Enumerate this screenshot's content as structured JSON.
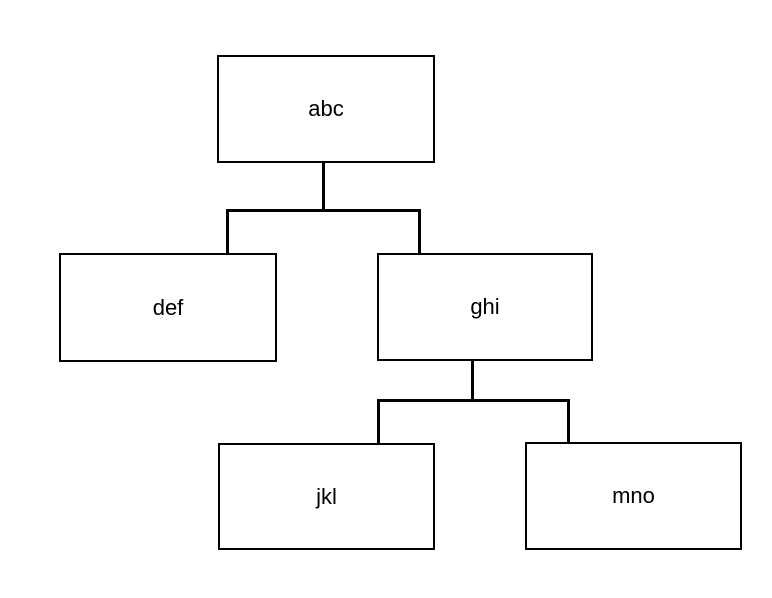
{
  "diagram": {
    "background_color": "#ffffff",
    "node_fill_color": "#ffffff",
    "node_border_color": "#000000",
    "connector_color": "#000000",
    "text_color": "#000000",
    "nodes": [
      {
        "id": "abc",
        "label": "abc"
      },
      {
        "id": "def",
        "label": "def"
      },
      {
        "id": "ghi",
        "label": "ghi"
      },
      {
        "id": "jkl",
        "label": "jkl"
      },
      {
        "id": "mno",
        "label": "mno"
      }
    ],
    "edges": [
      {
        "from": "abc",
        "to": "def"
      },
      {
        "from": "abc",
        "to": "ghi"
      },
      {
        "from": "ghi",
        "to": "jkl"
      },
      {
        "from": "ghi",
        "to": "mno"
      }
    ]
  }
}
